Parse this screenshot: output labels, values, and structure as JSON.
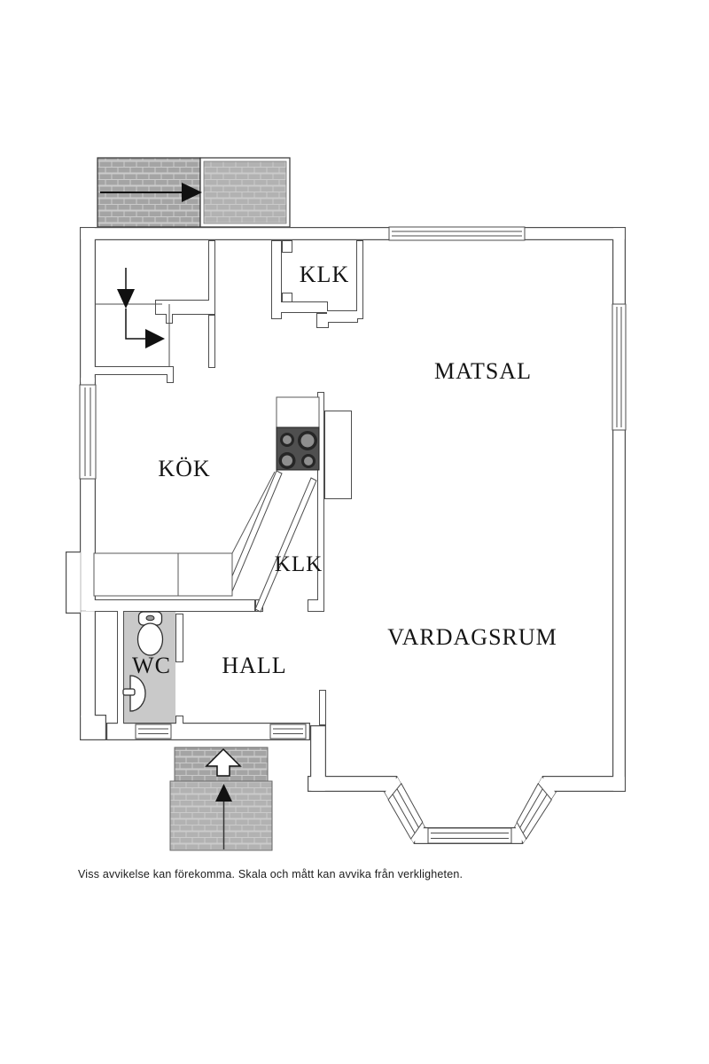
{
  "rooms": {
    "klk_upper": {
      "label": "KLK"
    },
    "matsal": {
      "label": "MATSAL"
    },
    "kok": {
      "label": "KÖK"
    },
    "klk_lower": {
      "label": "KLK"
    },
    "vardagsrum": {
      "label": "VARDAGSRUM"
    },
    "wc": {
      "label": "WC"
    },
    "hall": {
      "label": "HALL"
    }
  },
  "disclaimer": "Viss avvikelse kan förekomma. Skala och mått kan avvika från verkligheten.",
  "colors": {
    "wall_line": "#4d4d4d",
    "wc_floor": "#c9c9c9",
    "stove_dark": "#4f4f4f",
    "burner_ring": "#262626",
    "burner_center": "#8e8e8e",
    "brick_dark": "#a4a4a4",
    "brick_light": "#b2b2b2",
    "mortar": "#cbcbcb",
    "arrow_black": "#111111",
    "arrow_white": "#ffffff"
  },
  "icons": {
    "patio-direction-arrow": "→",
    "stair-down-arrow": "▼",
    "stair-right-arrow": "▶",
    "entrance-up-arrow-white": "⇧",
    "entrance-up-arrow-black": "▲"
  }
}
